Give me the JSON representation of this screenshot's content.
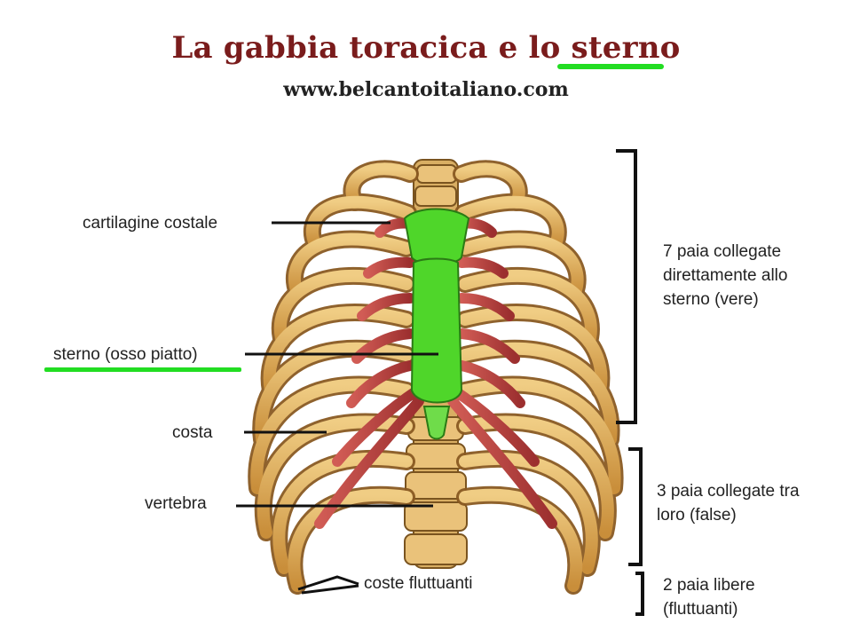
{
  "title": "La gabbia toracica e lo sterno",
  "subtitle": "www.belcantoitaliano.com",
  "labels": {
    "cartilagine": "cartilagine costale",
    "sterno": "sterno (osso piatto)",
    "costa": "costa",
    "vertebra": "vertebra",
    "fluttuanti": "coste fluttuanti"
  },
  "groups": {
    "vere": "7 paia collegate direttamente allo sterno (vere)",
    "false": "3 paia collegate tra loro (false)",
    "libere": "2 paia libere (fluttuanti)"
  },
  "colors": {
    "bone": "#e3b35e",
    "cartilage": "#c44a4a",
    "sternum": "#4fd62a",
    "highlight": "#22dd22",
    "title": "#7a1c1c"
  }
}
